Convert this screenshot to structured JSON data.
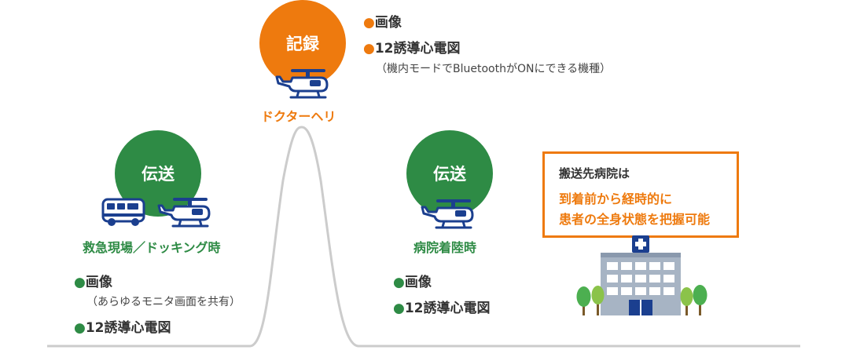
{
  "record": {
    "badge": "記録",
    "label": "ドクターヘリ",
    "items": [
      "●画像",
      "●12誘導心電図"
    ],
    "note": "（機内モードでBluetoothがONにできる機種）"
  },
  "transfer_left": {
    "badge": "伝送",
    "label": "救急現場／ドッキング時",
    "items": [
      "●画像",
      "●12誘導心電図"
    ],
    "note": "（あらゆるモニタ画面を共有）"
  },
  "transfer_right": {
    "badge": "伝送",
    "label": "病院着陸時",
    "items": [
      "●画像",
      "●12誘導心電図"
    ]
  },
  "callout": {
    "line1": "搬送先病院は",
    "line2": "到着前から経時的に",
    "line3": "患者の全身状態を把握可能"
  },
  "colors": {
    "green": "#2e8b45",
    "orange": "#ee7a0e",
    "navy": "#1b3f8f",
    "line": "#c8c8c8"
  },
  "icons": [
    "helicopter-icon",
    "ambulance-icon",
    "hospital-icon",
    "tree-icon"
  ]
}
